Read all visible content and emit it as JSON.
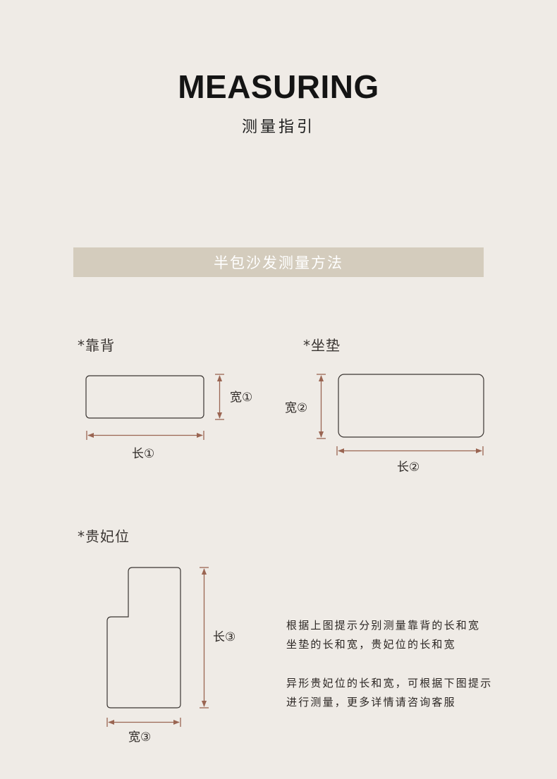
{
  "header": {
    "title": "MEASURING",
    "subtitle": "测量指引"
  },
  "banner": {
    "text": "半包沙发测量方法"
  },
  "sections": {
    "backrest": {
      "label": "*靠背",
      "width_label": "宽①",
      "length_label": "长①"
    },
    "cushion": {
      "label": "*坐垫",
      "width_label": "宽②",
      "length_label": "长②"
    },
    "chaise": {
      "label": "*贵妃位",
      "length_label": "长③",
      "width_label": "宽③"
    }
  },
  "notes": {
    "para1": [
      "根据上图提示分别测量靠背的长和宽",
      "坐垫的长和宽，贵妃位的长和宽"
    ],
    "para2": [
      "异形贵妃位的长和宽，可根据下图提示",
      "进行测量，更多详情请咨询客服"
    ]
  },
  "colors": {
    "background": "#efebe6",
    "banner": "#d4ccbd",
    "arrow": "#9a6552",
    "outline": "#3a3532"
  }
}
